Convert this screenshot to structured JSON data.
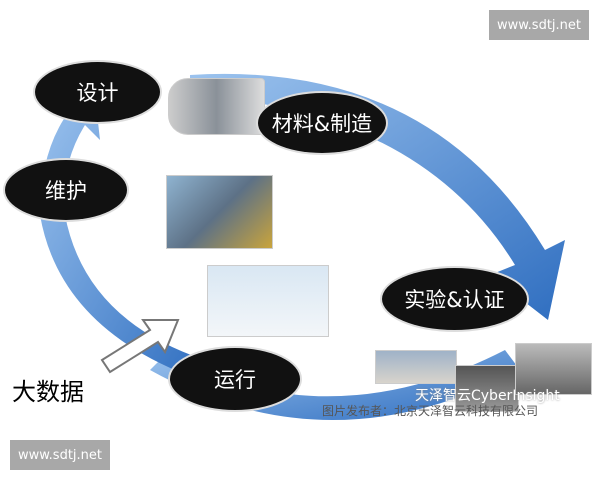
{
  "watermark_top": "www.sdtj.net",
  "watermark_bottom": "www.sdtj.net",
  "nodes": {
    "design": "设计",
    "materials": "材料&制造",
    "maintenance": "维护",
    "testing": "实验&认证",
    "operation": "运行"
  },
  "big_data": "大数据",
  "logo_watermark": "天泽智云CyberInsight",
  "publisher": "图片发布者：北京天泽智云科技有限公司",
  "colors": {
    "cycle_arrow": "#3a78c4",
    "node_fill": "#111111"
  }
}
